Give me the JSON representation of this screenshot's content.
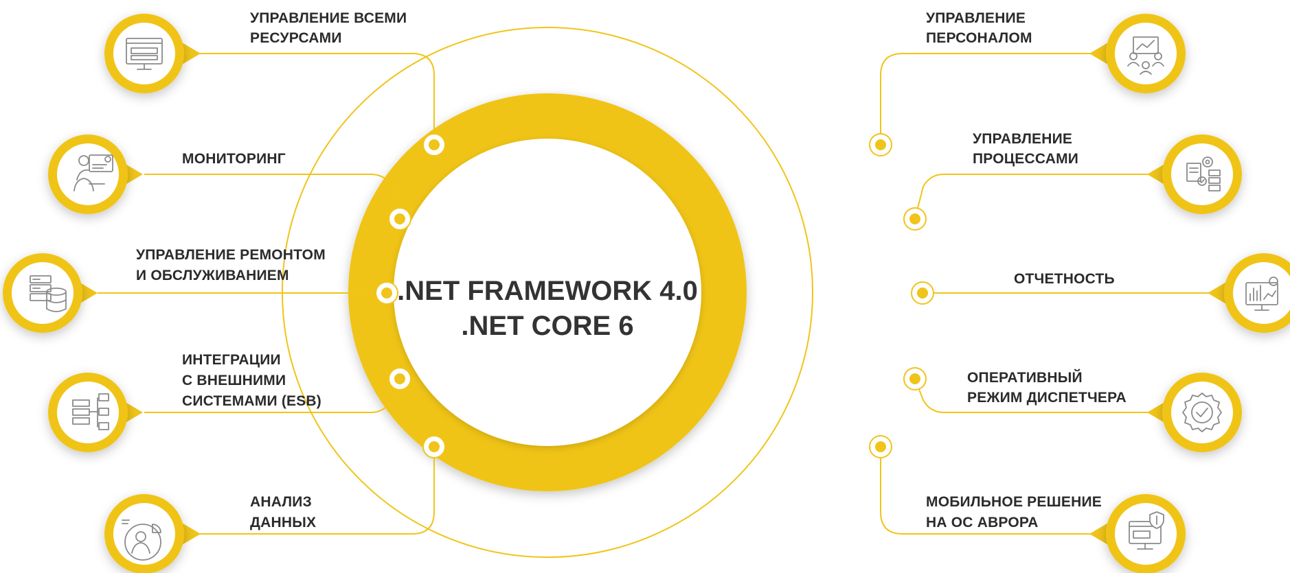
{
  "colors": {
    "accent": "#F0C419",
    "text": "#2b2b2b",
    "icon": "#8a8a8a",
    "background": "#ffffff"
  },
  "center": {
    "line1": ".NET FRAMEWORK 4.0",
    "line2": ".NET CORE 6"
  },
  "left_items": [
    {
      "line1": "УПРАВЛЕНИЕ ВСЕМИ",
      "line2": "РЕСУРСАМИ",
      "icon": "monitor-icon"
    },
    {
      "line1": "МОНИТОРИНГ",
      "icon": "monitoring-person-icon"
    },
    {
      "line1": "УПРАВЛЕНИЕ РЕМОНТОМ",
      "line2": "И ОБСЛУЖИВАНИЕМ",
      "icon": "server-database-icon"
    },
    {
      "line1": "ИНТЕГРАЦИИ",
      "line2": "С ВНЕШНИМИ",
      "line3": "СИСТЕМАМИ (ESB)",
      "icon": "integration-network-icon"
    },
    {
      "line1": "АНАЛИЗ",
      "line2": "ДАННЫХ",
      "icon": "data-analysis-icon"
    }
  ],
  "right_items": [
    {
      "line1": "УПРАВЛЕНИЕ",
      "line2": "ПЕРСОНАЛОМ",
      "icon": "team-board-icon"
    },
    {
      "line1": "УПРАВЛЕНИЕ",
      "line2": "ПРОЦЕССАМИ",
      "icon": "process-gear-icon"
    },
    {
      "line1": "ОТЧЕТНОСТЬ",
      "icon": "report-chart-icon"
    },
    {
      "line1": "ОПЕРАТИВНЫЙ",
      "line2": "РЕЖИМ ДИСПЕТЧЕРА",
      "icon": "gear-check-icon"
    },
    {
      "line1": "МОБИЛЬНОЕ РЕШЕНИЕ",
      "line2": "НА ОС АВРОРА",
      "icon": "secure-device-icon"
    }
  ]
}
